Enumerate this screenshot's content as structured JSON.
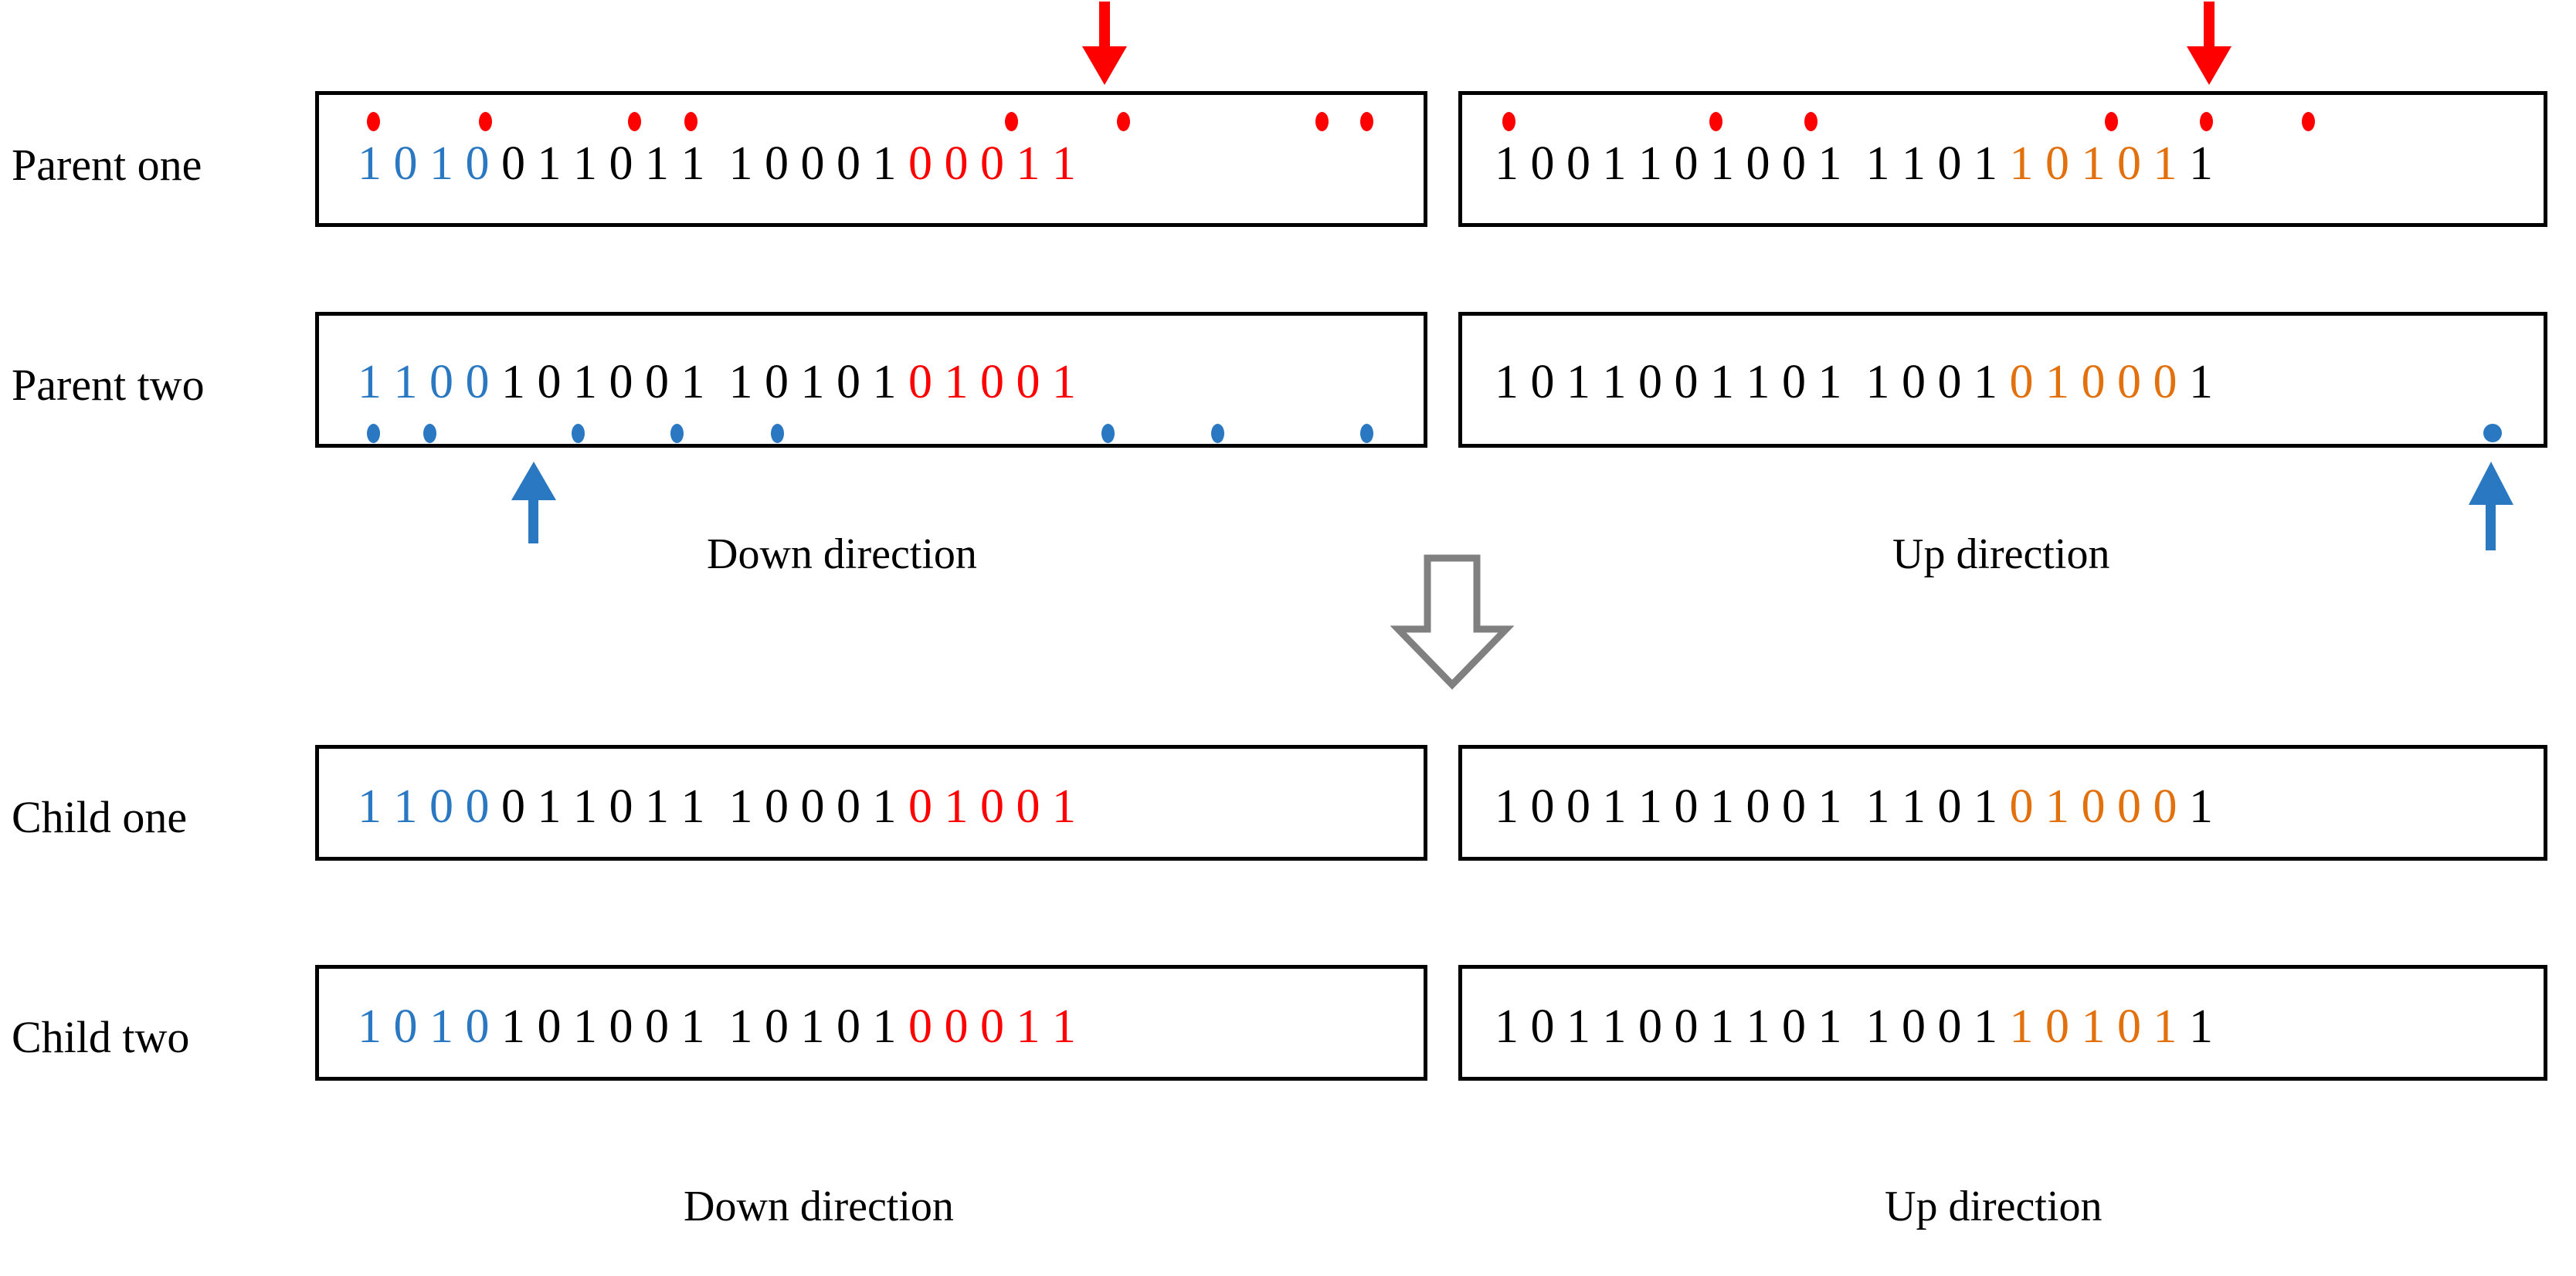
{
  "diagram": {
    "title": "Two-direction crossover of binary chromosomes",
    "colors": {
      "blue": "#2a78c2",
      "red": "#fe0000",
      "orange": "#e2700d",
      "black": "#000000",
      "grey_arrow": "#808080",
      "box_border": "#000000",
      "background": "#ffffff"
    },
    "labels": {
      "parent_one": "Parent one",
      "parent_two": "Parent two",
      "child_one": "Child one",
      "child_two": "Child two"
    },
    "captions": {
      "down_top": "Down direction",
      "up_top": "Up direction",
      "down_bottom": "Down direction",
      "up_bottom": "Up direction"
    },
    "icons": {
      "red_down_arrow": "arrow-down-icon",
      "blue_up_arrow": "arrow-up-icon",
      "transform_arrow": "big-arrow-down-icon",
      "red_marker": "red-dot-marker",
      "blue_marker": "blue-dot-marker"
    }
  },
  "rows": {
    "parent_one_down": {
      "label": "Parent one",
      "direction": "Down direction",
      "bits": "1010011011 1000100011",
      "segments": [
        {
          "text": "1 0 1 0 ",
          "color": "blue"
        },
        {
          "text": "0 1 1 0 1 1  1 0 0 0 1 ",
          "color": "black"
        },
        {
          "text": "0 0 0 1 1",
          "color": "red"
        }
      ],
      "marker_color": "red",
      "marker_positions": [
        1,
        3,
        6,
        7,
        13,
        15,
        18,
        19
      ]
    },
    "parent_one_up": {
      "label": "Parent one",
      "direction": "Up direction",
      "bits": "1001101001 1101101011",
      "segments": [
        {
          "text": "1 0 0 1 1 0 1 0 0 1  1 1 0 1 ",
          "color": "black"
        },
        {
          "text": "1 0 1 0 1 ",
          "color": "orange"
        },
        {
          "text": "1",
          "color": "black"
        }
      ],
      "marker_color": "red",
      "marker_positions": [
        1,
        5,
        7,
        13,
        15,
        17
      ]
    },
    "parent_two_down": {
      "label": "Parent two",
      "direction": "Down direction",
      "bits": "1100101001 1010101001",
      "segments": [
        {
          "text": "1 1 0 0 ",
          "color": "blue"
        },
        {
          "text": "1 0 1 0 0 1  1 0 1 0 1 ",
          "color": "black"
        },
        {
          "text": "0 1 0 0 1",
          "color": "red"
        }
      ],
      "marker_color": "blue",
      "marker_positions": [
        1,
        2,
        5,
        7,
        9,
        15,
        17,
        20
      ]
    },
    "parent_two_up": {
      "label": "Parent two",
      "direction": "Up direction",
      "bits": "1011001101 1001010001",
      "segments": [
        {
          "text": "1 0 1 1 0 0 1 1 0 1  1 0 0 1 ",
          "color": "black"
        },
        {
          "text": "0 1 0 0 0 ",
          "color": "orange"
        },
        {
          "text": "1",
          "color": "black"
        }
      ],
      "marker_color": "blue",
      "marker_positions": [
        20
      ]
    },
    "child_one_down": {
      "label": "Child one",
      "direction": "Down direction",
      "bits": "1100011011 1000101001",
      "segments": [
        {
          "text": "1 1 0 0 ",
          "color": "blue"
        },
        {
          "text": "0 1 1 0 1 1  1 0 0 0 1 ",
          "color": "black"
        },
        {
          "text": "0 1 0 0 1",
          "color": "red"
        }
      ],
      "marker_color": null,
      "marker_positions": []
    },
    "child_one_up": {
      "label": "Child one",
      "direction": "Up direction",
      "bits": "1001101001 1101010001",
      "segments": [
        {
          "text": "1 0 0 1 1 0 1 0 0 1  1 1 0 1 ",
          "color": "black"
        },
        {
          "text": "0 1 0 0 0 ",
          "color": "orange"
        },
        {
          "text": "1",
          "color": "black"
        }
      ],
      "marker_color": null,
      "marker_positions": []
    },
    "child_two_down": {
      "label": "Child two",
      "direction": "Down direction",
      "bits": "1010101001 1010100011",
      "segments": [
        {
          "text": "1 0 1 0 ",
          "color": "blue"
        },
        {
          "text": "1 0 1 0 0 1  1 0 1 0 1 ",
          "color": "black"
        },
        {
          "text": "0 0 0 1 1",
          "color": "red"
        }
      ],
      "marker_color": null,
      "marker_positions": []
    },
    "child_two_up": {
      "label": "Child two",
      "direction": "Up direction",
      "bits": "1011001101 1001101011",
      "segments": [
        {
          "text": "1 0 1 1 0 0 1 1 0 1  1 0 0 1 ",
          "color": "black"
        },
        {
          "text": "1 0 1 0 1 ",
          "color": "orange"
        },
        {
          "text": "1",
          "color": "black"
        }
      ],
      "marker_color": null,
      "marker_positions": []
    }
  }
}
